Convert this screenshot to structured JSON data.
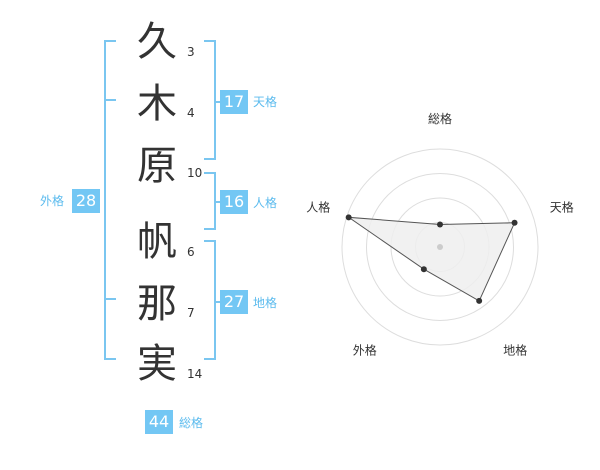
{
  "name": {
    "chars": [
      {
        "char": "久",
        "strokes": "3"
      },
      {
        "char": "木",
        "strokes": "4"
      },
      {
        "char": "原",
        "strokes": "10"
      },
      {
        "char": "帆",
        "strokes": "6"
      },
      {
        "char": "那",
        "strokes": "7"
      },
      {
        "char": "実",
        "strokes": "14"
      }
    ]
  },
  "fortune": {
    "tenkaku": {
      "value": "17",
      "label": "天格"
    },
    "jinkaku": {
      "value": "16",
      "label": "人格"
    },
    "chikaku": {
      "value": "27",
      "label": "地格"
    },
    "gaikaku": {
      "value": "28",
      "label": "外格"
    },
    "soukaku": {
      "value": "44",
      "label": "総格"
    }
  },
  "chart_data": {
    "type": "radar",
    "axes": [
      "総格",
      "天格",
      "地格",
      "外格",
      "人格"
    ],
    "values": [
      0.23,
      0.8,
      0.68,
      0.28,
      0.98
    ],
    "range": [
      0,
      1
    ],
    "rings": 4,
    "colors": {
      "fill": "#eeeeee",
      "stroke": "#555555",
      "ring": "#dddddd",
      "point": "#333333",
      "center": "#cccccc"
    }
  },
  "colors": {
    "accent": "#73c7f4",
    "bracket": "#7ac6f0",
    "label": "#5bbbee"
  }
}
